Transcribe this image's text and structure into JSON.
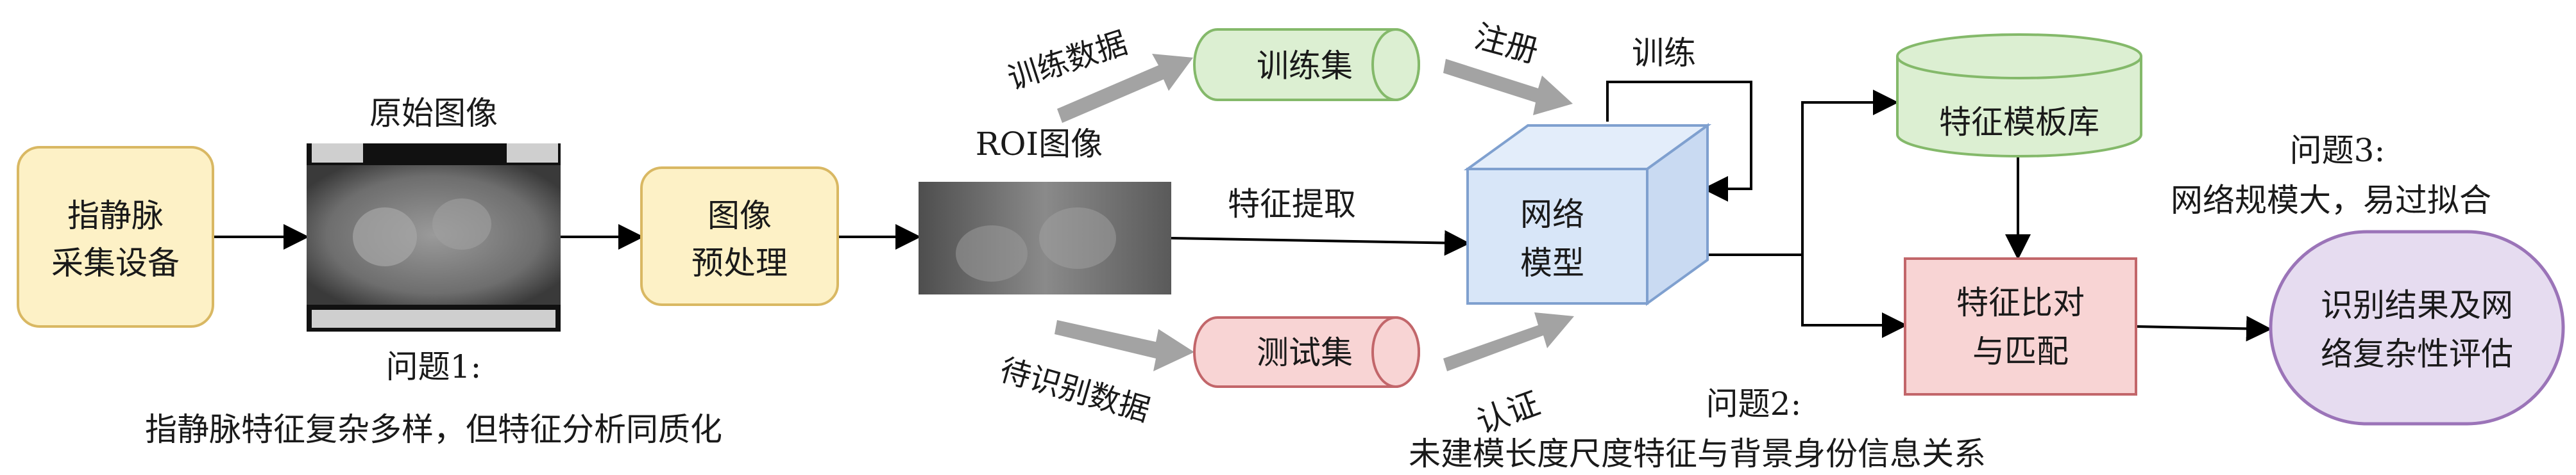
{
  "nodes": {
    "device": [
      "指静脉",
      "采集设备"
    ],
    "original_image_caption": "原始图像",
    "preprocess": [
      "图像",
      "预处理"
    ],
    "roi_caption": "ROI图像",
    "train_set": "训练集",
    "test_set": "测试集",
    "network": [
      "网络",
      "模型"
    ],
    "template_db": "特征模板库",
    "match": [
      "特征比对",
      "与匹配"
    ],
    "result": [
      "识别结果及网",
      "络复杂性评估"
    ]
  },
  "edges": {
    "train_data": "训练数据",
    "register": "注册",
    "train": "训练",
    "feature_extract": "特征提取",
    "to_identify_data": "待识别数据",
    "authenticate": "认证"
  },
  "issues": {
    "issue1_title": "问题1:",
    "issue1_text": "指静脉特征复杂多样，但特征分析同质化",
    "issue2_title": "问题2:",
    "issue2_text": "未建模长度尺度特征与背景身份信息关系",
    "issue3_title": "问题3:",
    "issue3_text": "网络规模大，易过拟合"
  },
  "colors": {
    "yellow_fill": "#fdf1c6",
    "yellow_stroke": "#d9b863",
    "green_fill": "#dcefd2",
    "green_stroke": "#84b96a",
    "red_fill": "#f8d4d4",
    "red_stroke": "#c2666a",
    "blue_fill": "#d8e6f8",
    "blue_stroke": "#7fa0cf",
    "purple_fill": "#e6dcf0",
    "purple_stroke": "#9b74b8",
    "gray_arrow": "#a3a3a3"
  }
}
